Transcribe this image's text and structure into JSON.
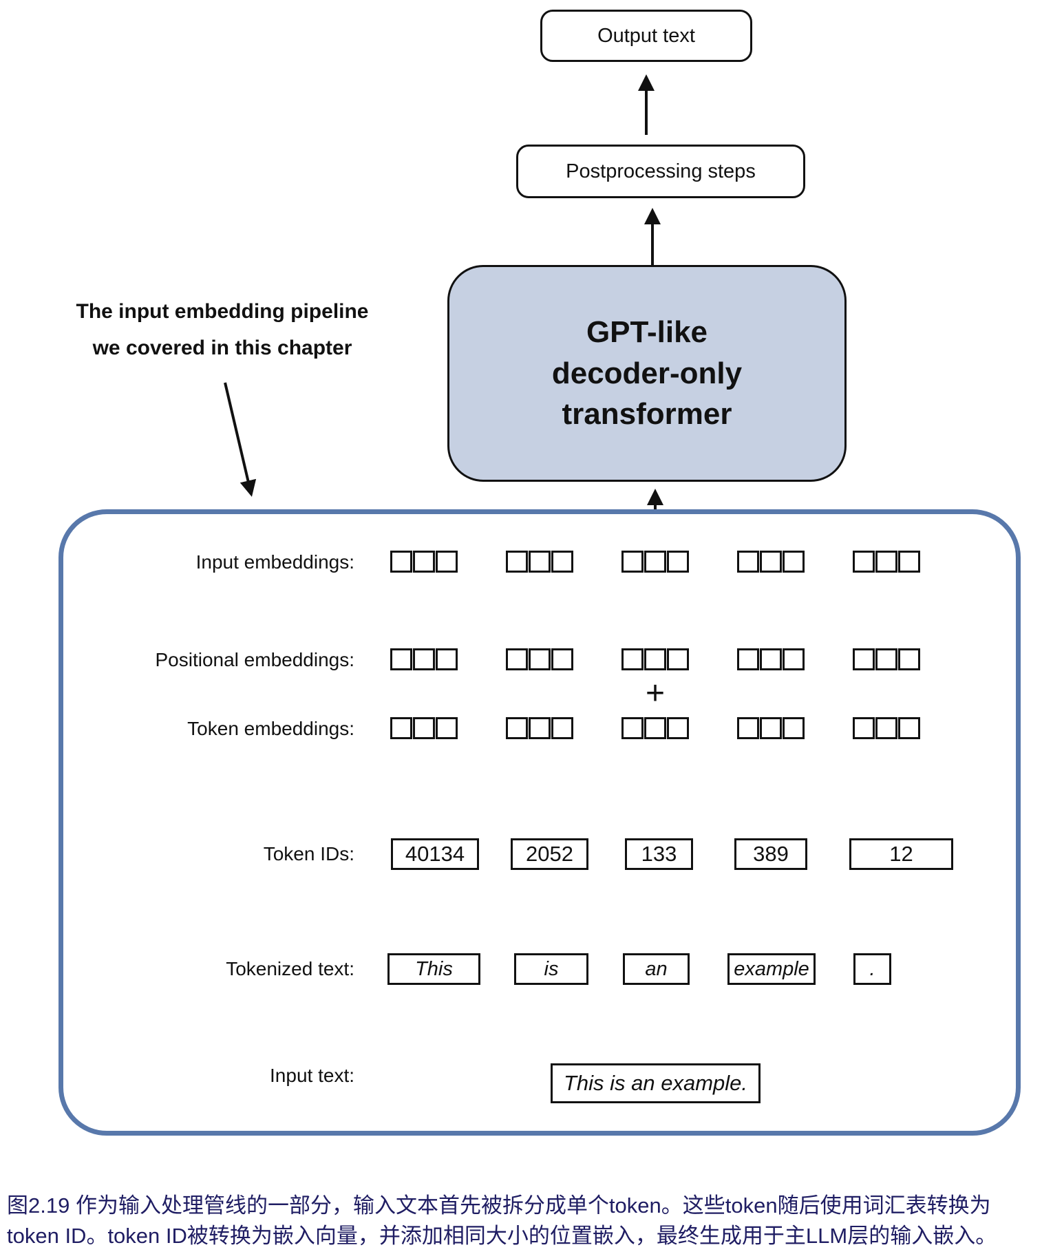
{
  "diagram": {
    "output_box_label": "Output text",
    "postprocessing_box_label": "Postprocessing steps",
    "transformer_box": {
      "line1": "GPT-like",
      "line2": "decoder-only",
      "line3": "transformer"
    },
    "annotation": {
      "line1": "The input embedding pipeline",
      "line2": "we covered in this chapter"
    }
  },
  "pipeline": {
    "labels": {
      "input_embeddings": "Input embeddings:",
      "positional_embeddings": "Positional embeddings:",
      "token_embeddings": "Token embeddings:",
      "token_ids": "Token IDs:",
      "tokenized_text": "Tokenized text:",
      "input_text": "Input text:"
    },
    "plus_sign": "+",
    "embedding_groups": 5,
    "squares_per_group": 3,
    "token_ids": [
      "40134",
      "2052",
      "133",
      "389",
      "12"
    ],
    "tokens": [
      "This",
      "is",
      "an",
      "example",
      "."
    ],
    "input_text_value": "This is an example."
  },
  "caption": {
    "line1": "图2.19 作为输入处理管线的一部分，输入文本首先被拆分成单个token。这些token随后使用词汇表转换为",
    "line2": "token ID。token ID被转换为嵌入向量，并添加相同大小的位置嵌入，最终生成用于主LLM层的输入嵌入。"
  },
  "colors": {
    "transformer_fill": "#c6d0e2",
    "pipeline_border": "#5878ab",
    "caption_text": "#1f1d63",
    "diagram_stroke": "#111111"
  }
}
